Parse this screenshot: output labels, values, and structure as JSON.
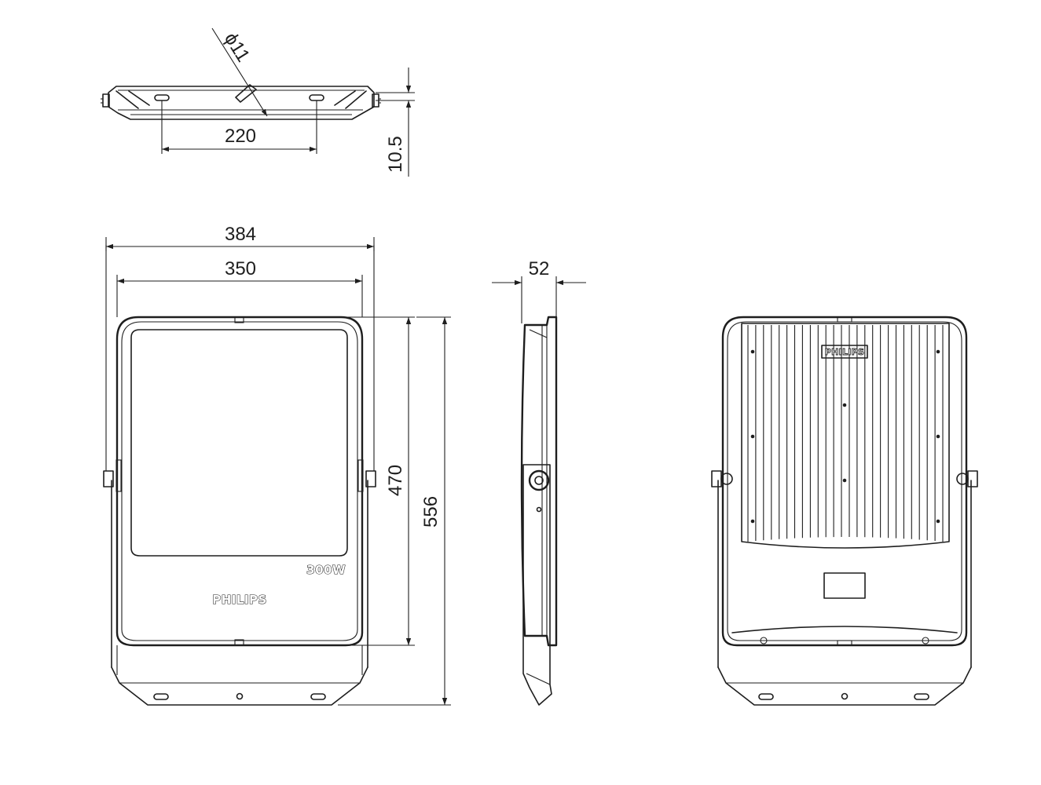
{
  "dimensions": {
    "hole_diameter": "ϕ11",
    "hole_spacing": "220",
    "bracket_thickness": "10.5",
    "overall_width": "384",
    "body_width": "350",
    "depth": "52",
    "body_height": "470",
    "overall_height": "556"
  },
  "labels": {
    "wattage": "300W",
    "brand_front": "PHILIPS",
    "brand_back": "PHILIPS"
  }
}
